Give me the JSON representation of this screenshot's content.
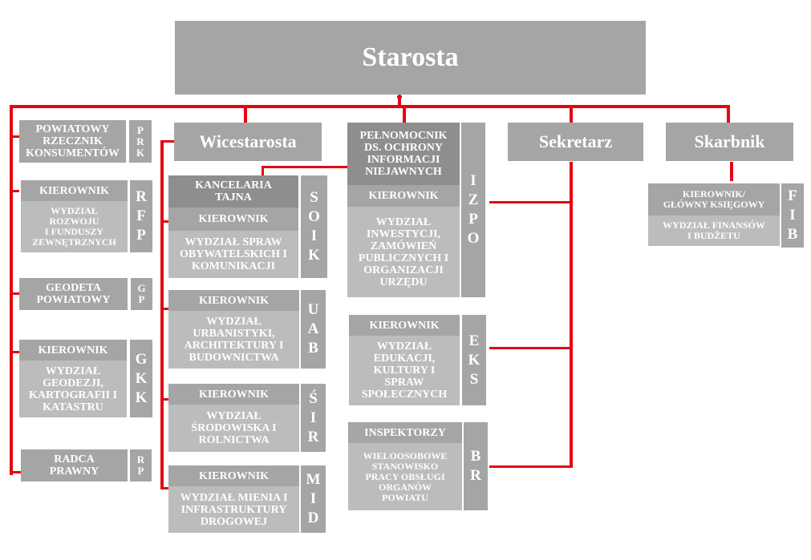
{
  "top": {
    "title": "Starosta"
  },
  "level2": {
    "wicestarosta": "Wicestarosta",
    "pelnomocnik": "PEŁNOMOCNIK\nDS. OCHRONY\nINFORMACJI\nNIEJAWNYCH",
    "sekretarz": "Sekretarz",
    "skarbnik": "Skarbnik"
  },
  "left": {
    "prk": {
      "label": "POWIATOWY\nRZECZNIK\nKONSUMENTÓW",
      "code": "P\nR\nK"
    },
    "rfp": {
      "head": "KIEROWNIK",
      "body": "WYDZIAŁ\nROZWOJU\nI FUNDUSZY\nZEWNĘTRZNYCH",
      "code": "R\nF\nP"
    },
    "gp": {
      "label": "GEODETA\nPOWIATOWY",
      "code": "G\nP"
    },
    "gkk": {
      "head": "KIEROWNIK",
      "body": "WYDZIAŁ\nGEODEZJI,\nKARTOGRAFII I\nKATASTRU",
      "code": "G\nK\nK"
    },
    "rp": {
      "label": "RADCA\nPRAWNY",
      "code": "R\nP"
    }
  },
  "wice": {
    "kancelaria": "KANCELARIA\nTAJNA",
    "soik": {
      "head": "KIEROWNIK",
      "body": "WYDZIAŁ SPRAW\nOBYWATELSKICH I\nKOMUNIKACJI",
      "code": "S\nO\nI\nK"
    },
    "uab": {
      "head": "KIEROWNIK",
      "body": "WYDZIAŁ\nURBANISTYKI,\nARCHITEKTURY I\nBUDOWNICTWA",
      "code": "U\nA\nB"
    },
    "sir": {
      "head": "KIEROWNIK",
      "body": "WYDZIAŁ\nŚRODOWISKA I\nROLNICTWA",
      "code": "Ś\nI\nR"
    },
    "mid": {
      "head": "KIEROWNIK",
      "body": "WYDZIAŁ MIENIA I\nINFRASTRUKTURY\nDROGOWEJ",
      "code": "M\nI\nD"
    }
  },
  "sek": {
    "izpo": {
      "head": "KIEROWNIK",
      "body": "WYDZIAŁ\nINWESTYCJI,\nZAMÓWIEŃ\nPUBLICZNYCH I\nORGANIZACJI\nURZĘDU",
      "code": "I\nZ\nP\nO"
    },
    "eks": {
      "head": "KIEROWNIK",
      "body": "WYDZIAŁ\nEDUKACJI,\nKULTURY I\nSPRAW\nSPOŁECZNYCH",
      "code": "E\nK\nS"
    },
    "br": {
      "head": "INSPEKTORZY",
      "body": "WIELOOSOBOWE\nSTANOWISKO\nPRACY OBSŁUGI\nORGANÓW\nPOWIATU",
      "code": "B\nR"
    }
  },
  "skarb": {
    "fib": {
      "head": "KIEROWNIK/\nGŁÓWNY KSIĘGOWY",
      "body": "WYDZIAŁ FINANSÓW\nI BUDŻETU",
      "code": "F\nI\nB"
    }
  }
}
